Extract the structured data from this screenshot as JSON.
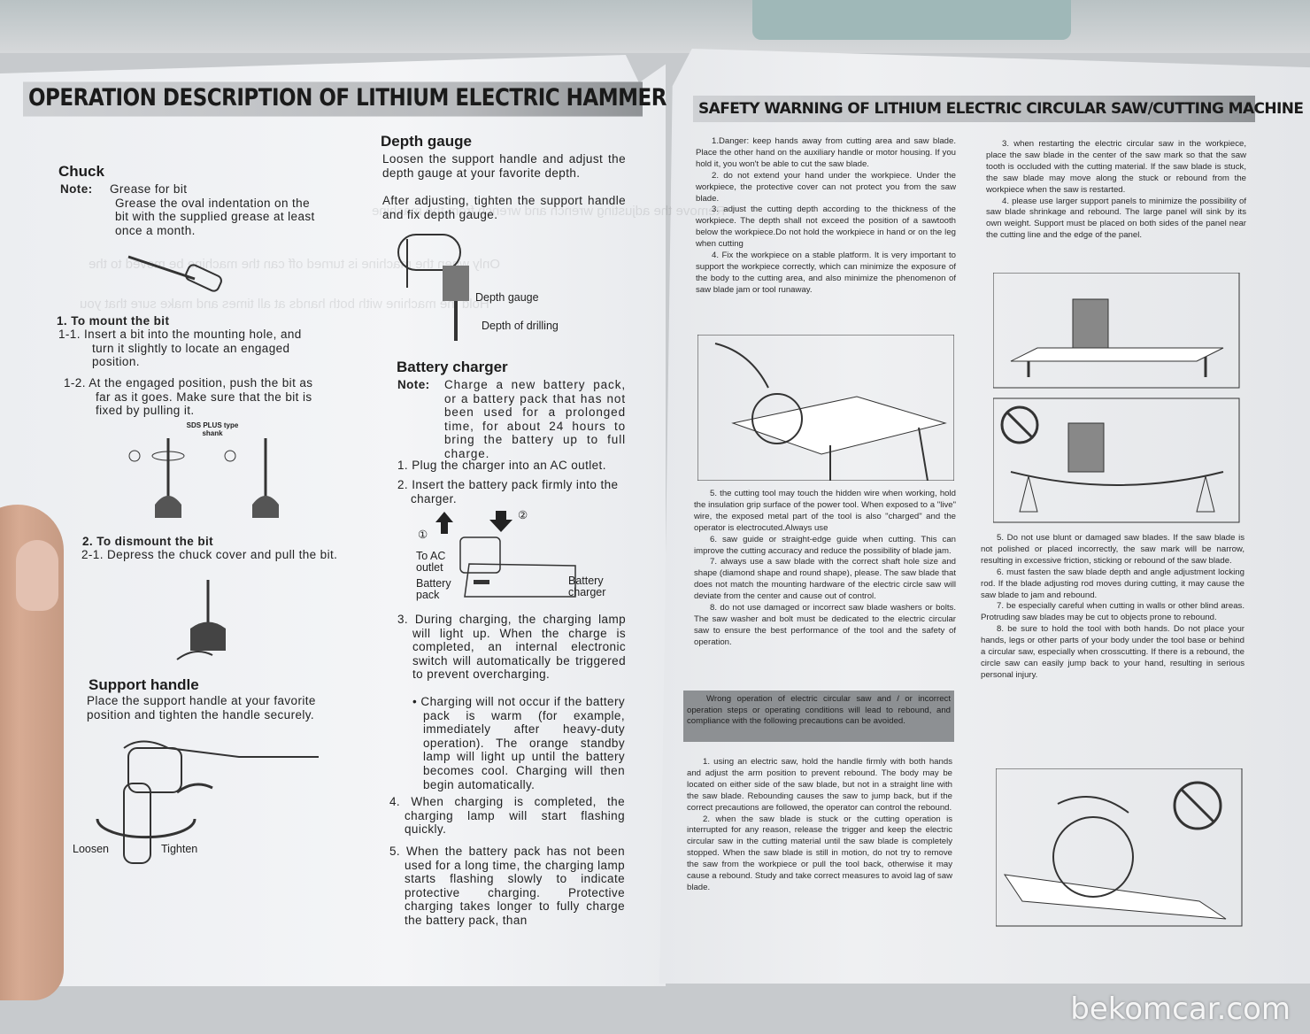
{
  "left_page": {
    "header": "OPERATION DESCRIPTION OF LITHIUM ELECTRIC HAMMER",
    "chuck": {
      "title": "Chuck",
      "note_label": "Note:",
      "note_line1": "Grease for bit",
      "note_text": "Grease the oval indentation on the bit with the supplied grease at least once a month."
    },
    "mount": {
      "title": "1. To mount the bit",
      "step1": "1-1. Insert a bit into the mounting hole, and turn it slightly to locate an engaged position.",
      "step2": "1-2. At the engaged position, push the bit as far as it goes. Make sure that the bit is fixed by pulling it.",
      "figure_label": "SDS PLUS type shank"
    },
    "dismount": {
      "title": "2. To dismount the bit",
      "step1": "2-1. Depress the chuck cover and pull the bit."
    },
    "support_handle": {
      "title": "Support handle",
      "text": "Place the support handle at your favorite position and tighten the handle securely.",
      "loosen": "Loosen",
      "tighten": "Tighten"
    },
    "depth_gauge": {
      "title": "Depth gauge",
      "text1": "Loosen the support handle and adjust the depth gauge at your favorite depth.",
      "text2": "After adjusting, tighten the support handle and fix depth gauge.",
      "label_gauge": "Depth gauge",
      "label_drilling": "Depth of drilling"
    },
    "battery_charger": {
      "title": "Battery charger",
      "note_label": "Note:",
      "note_text": "Charge a new battery pack, or a battery pack that has not been used for a prolonged time, for about 24 hours to bring the battery up to full charge.",
      "step1": "1. Plug the charger into an AC outlet.",
      "step2": "2. Insert the battery pack firmly into the charger.",
      "fig_ac": "To AC outlet",
      "fig_pack": "Battery pack",
      "fig_charger": "Battery charger",
      "fig_num1": "①",
      "fig_num2": "②",
      "step3": "3. During charging, the charging lamp will light up. When the charge is completed, an internal electronic switch will automatically be triggered to prevent overcharging.",
      "bullet": "Charging will not occur if the battery pack is warm (for example, immediately after heavy-duty operation). The orange standby lamp will light up until the battery becomes cool. Charging will then begin automatically.",
      "step4": "4. When charging is completed, the charging lamp will start flashing quickly.",
      "step5": "5. When the battery pack has not been used for a long time, the charging lamp starts flashing slowly to indicate protective charging. Protective charging takes longer to fully charge the battery pack, than"
    }
  },
  "right_page": {
    "header": "SAFETY WARNING OF LITHIUM ELECTRIC CIRCULAR SAW/CUTTING MACHINE",
    "col1_top": [
      "1.Danger: keep hands away from cutting area and saw blade. Place the other hand on the auxiliary handle or motor housing. If you hold it, you won't be able to cut the saw blade.",
      "2. do not extend your hand under the workpiece. Under the workpiece, the protective cover can not protect you from the saw blade.",
      "3. adjust the cutting depth according to the thickness of the workpiece. The depth shall not exceed the position of a sawtooth below the workpiece.Do not hold the workpiece in hand or on the leg when cutting",
      "4. Fix the workpiece on a stable platform. It is very important to support the workpiece correctly, which can minimize the exposure of the body to the cutting area, and also minimize the phenomenon of saw blade jam or tool runaway."
    ],
    "col1_mid": [
      "5. the cutting tool may touch the hidden wire when working, hold the insulation grip surface of the power tool. When exposed to a \"live\" wire, the exposed metal part of the tool is also \"charged\" and the operator is electrocuted.Always use",
      "6. saw guide or straight-edge guide when cutting. This can improve the cutting accuracy and reduce the possibility of blade jam.",
      "7. always use a saw blade with the correct shaft hole size and shape (diamond shape and round shape), please. The saw blade that does not match the mounting hardware of the electric circle saw will deviate from the center and cause out of control.",
      "8. do not use damaged or incorrect saw blade washers or bolts. The saw washer and bolt must be dedicated to the electric circular saw to ensure the best performance of the tool and the safety of operation."
    ],
    "warning_box": "Wrong operation of electric circular saw and / or incorrect operation steps or operating conditions will lead to rebound, and compliance with the following precautions can be avoided.",
    "col1_bottom": [
      "1. using an electric saw, hold the handle firmly with both hands and adjust the arm position to prevent rebound. The body may be located on either side of the saw blade, but not in a straight line with the saw blade. Rebounding causes the saw to jump back, but if the correct precautions are followed, the operator can control the rebound.",
      "2. when the saw blade is stuck or the cutting operation is interrupted for any reason, release the trigger and keep the electric circular saw in the cutting material until the saw blade is completely stopped. When the saw blade is still in motion, do not try to remove the saw from the workpiece or pull the tool back, otherwise it may cause a rebound. Study and take correct measures to avoid lag of saw blade."
    ],
    "col2_top": [
      "3. when restarting the electric circular saw in the workpiece, place the saw blade in the center of the saw mark so that the saw tooth is occluded with the cutting material. If the saw blade is stuck, the saw blade may move along the stuck or rebound from the workpiece when the saw is restarted.",
      "4. please use larger support panels to minimize the possibility of saw blade shrinkage and rebound. The large panel will sink by its own weight. Support must be placed on both sides of the panel near the cutting line and the edge of the panel."
    ],
    "col2_mid": [
      "5. Do not use blunt or damaged saw blades. If the saw blade is not polished or placed incorrectly, the saw mark will be narrow, resulting in excessive friction, sticking or rebound of the saw blade.",
      "6. must fasten the saw blade depth and angle adjustment locking rod. If the blade adjusting rod moves during cutting, it may cause the saw blade to jam and rebound.",
      "7. be especially careful when cutting in walls or other blind areas. Protruding saw blades may be cut to objects prone to rebound.",
      "8. be sure to hold the tool with both hands. Do not place your hands, legs or other parts of your body under the tool base or behind a circular saw, especially when crosscutting. If there is a rebound, the circle saw can easily jump back to your hand, resulting in serious personal injury."
    ]
  },
  "watermark": "bekomcar.com"
}
